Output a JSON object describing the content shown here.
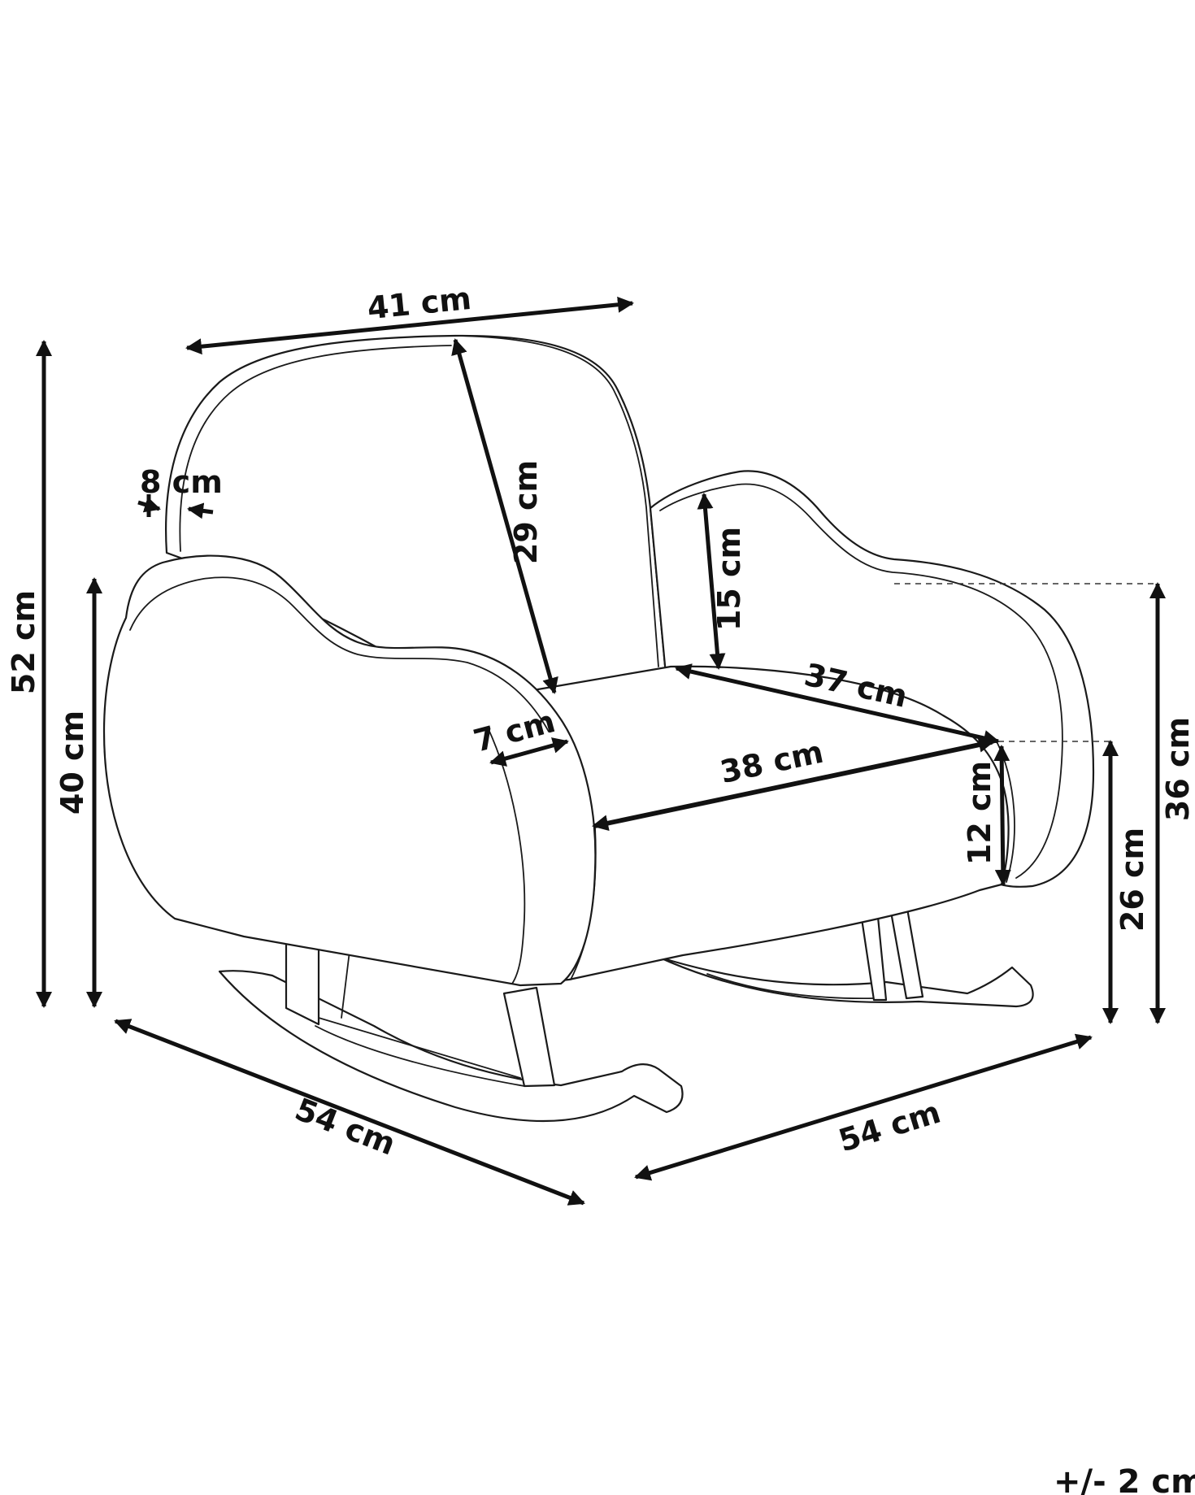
{
  "dimensions": {
    "total_height": "52 cm",
    "armrest_height": "40 cm",
    "backrest_width": "41 cm",
    "backrest_depth": "8 cm",
    "backrest_height": "29 cm",
    "armrest_above_seat": "15 cm",
    "seat_depth": "37 cm",
    "armrest_width": "7 cm",
    "seat_width": "38 cm",
    "seat_thickness": "12 cm",
    "seat_height": "26 cm",
    "arm_height_side": "36 cm",
    "length_left": "54 cm",
    "length_right": "54 cm"
  },
  "tolerance": "+/- 2 cm",
  "colors": {
    "line": "#1a1a1a",
    "background": "#ffffff"
  }
}
